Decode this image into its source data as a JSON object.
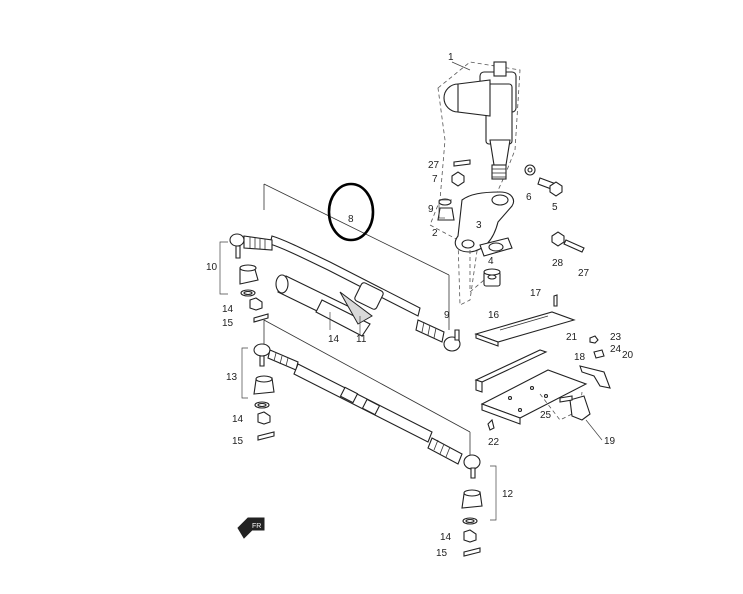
{
  "callouts": {
    "c1": "1",
    "c2": "2",
    "c3": "3",
    "c4": "4",
    "c5": "5",
    "c6": "6",
    "c7": "7",
    "c8": "8",
    "c9a": "9",
    "c9b": "9",
    "c10": "10",
    "c11": "11",
    "c12": "12",
    "c13": "13",
    "c14a": "14",
    "c14b": "14",
    "c14c": "14",
    "c14d": "14",
    "c15a": "15",
    "c15b": "15",
    "c15c": "15",
    "c16": "16",
    "c17": "17",
    "c18": "18",
    "c19": "19",
    "c20": "20",
    "c21": "21",
    "c22": "22",
    "c23": "23",
    "c24": "24",
    "c25": "25",
    "c27a": "27",
    "c27b": "27",
    "c28": "28"
  },
  "highlight": {
    "color": "#000000",
    "target_part": "8"
  },
  "colors": {
    "line": "#222222",
    "shade": "#d9d9d9",
    "background": "#ffffff"
  },
  "icons": {
    "front_arrow": "front-direction-arrow-icon"
  }
}
